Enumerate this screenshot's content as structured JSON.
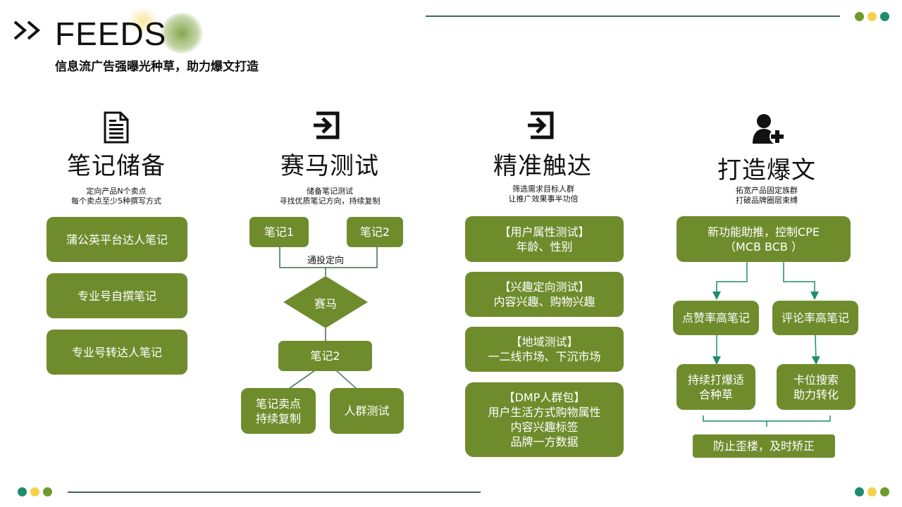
{
  "header": {
    "title": "FEEDS",
    "subtitle": "信息流广告强曝光种草，助力爆文打造"
  },
  "colors": {
    "accent": "#6f8c2d",
    "teal": "#1e8c6e",
    "yellow": "#f2d24a",
    "olive": "#6f9a2d",
    "line": "#3f6b4f"
  },
  "columns": [
    {
      "title": "笔记储备",
      "subtitle": "定向产品N个卖点\n每个卖点至少5种撰写方式",
      "icon": "document-icon",
      "boxes": [
        "蒲公英平台达人笔记",
        "专业号自撰笔记",
        "专业号转达人笔记"
      ]
    },
    {
      "title": "赛马测试",
      "subtitle": "储备笔记测试\n寻找优质笔记方向，持续复制",
      "icon": "login-arrow-icon",
      "note1": "笔记1",
      "note2": "笔记2",
      "connector_label": "通投定向",
      "diamond": "赛马",
      "winner": "笔记2",
      "branch_left": "笔记卖点\n持续复制",
      "branch_right": "人群测试"
    },
    {
      "title": "精准触达",
      "subtitle": "筛选需求目标人群\n让推广效果事半功倍",
      "icon": "login-arrow-icon",
      "boxes": [
        "【用户属性测试】\n年龄、性别",
        "【兴趣定向测试】\n内容兴趣、购物兴趣",
        "【地域测试】\n一二线市场、下沉市场",
        "【DMP人群包】\n用户生活方式购物属性\n内容兴趣标签\n品牌一方数据"
      ]
    },
    {
      "title": "打造爆文",
      "subtitle": "拓宽产品固定族群\n打破品牌圈层束缚",
      "icon": "add-user-icon",
      "top": "新功能助推，控制CPE\n（MCB BCB ）",
      "left": "点赞率高笔记",
      "right": "评论率高笔记",
      "left_result": "持续打爆适\n合种草",
      "right_result": "卡位搜索\n助力转化",
      "bottom": "防止歪楼，及时矫正"
    }
  ]
}
